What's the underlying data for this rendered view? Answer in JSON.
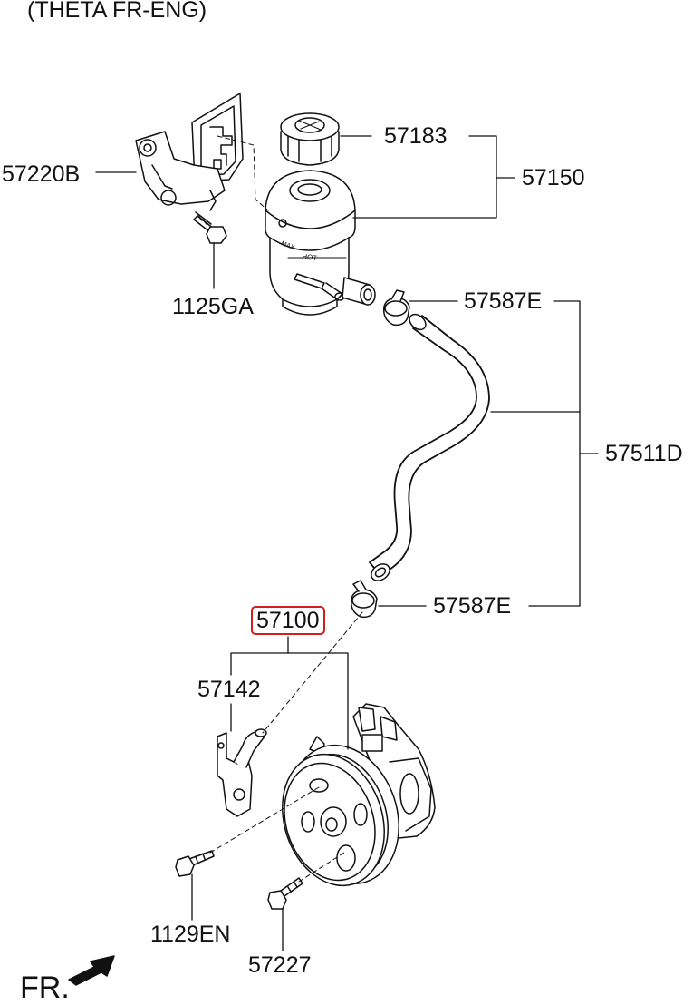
{
  "header": {
    "title": "(THETA FR-ENG)"
  },
  "labels": {
    "cap": "57183",
    "reservoir_assy": "57150",
    "bracket": "57220B",
    "bracket_bolt": "1125GA",
    "clamp_upper": "57587E",
    "hose": "57511D",
    "clamp_lower": "57587E",
    "pump_assy": "57100",
    "pump_bracket": "57142",
    "pump_bolt": "1129EN",
    "pulley_bolt": "57227"
  },
  "direction": {
    "label": "FR."
  },
  "colors": {
    "highlight": "#d41e1e",
    "line": "#111111"
  }
}
